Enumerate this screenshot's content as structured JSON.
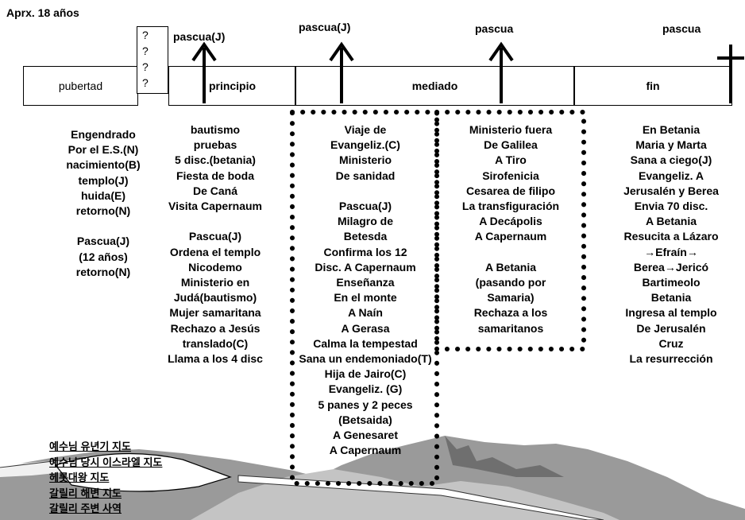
{
  "header": {
    "age_note": "Aprx. 18 años"
  },
  "timeline": {
    "segments": [
      "pubertad",
      "principio",
      "mediado",
      "fin"
    ],
    "unknown_marks": [
      "?",
      "?",
      "?",
      "?"
    ]
  },
  "passovers": [
    "pascua(J)",
    "pascua(J)",
    "pascua",
    "pascua"
  ],
  "columns": {
    "childhood": [
      "Engendrado",
      "Por el E.S.(N)",
      "nacimiento(B)",
      "templo(J)",
      "huida(E)",
      "retorno(N)",
      "",
      "Pascua(J)",
      "(12 años)",
      "retorno(N)"
    ],
    "early": [
      "bautismo",
      "pruebas",
      "5 disc.(betania)",
      "Fiesta de boda",
      "De Caná",
      "Visita Capernaum",
      "",
      "Pascua(J)",
      "Ordena el templo",
      "Nicodemo",
      "Ministerio en",
      "Judá(bautismo)",
      "Mujer samaritana",
      "Rechazo a Jesús",
      "translado(C)",
      "Llama a los 4 disc"
    ],
    "galilee": [
      "Viaje de",
      "Evangeliz.(C)",
      "Ministerio",
      "De sanidad",
      "",
      "Pascua(J)",
      "Milagro de",
      "Betesda",
      "Confirma los 12",
      "Disc. A Capernaum",
      "Enseñanza",
      "En el monte",
      "A Naín",
      "A Gerasa",
      "Calma la tempestad",
      "Sana un endemoniado(T)",
      "Hija de Jairo(C)",
      "Evangeliz. (G)",
      "5 panes y 2 peces",
      "(Betsaida)",
      "A Genesaret",
      "A Capernaum"
    ],
    "outside_galilee": [
      "Ministerio fuera",
      "De Galilea",
      "A Tiro",
      "Sirofenicia",
      "Cesarea de filipo",
      "La transfiguración",
      "A Decápolis",
      "A Capernaum",
      "",
      "A Betania",
      "(pasando por",
      "Samaria)",
      "Rechaza a los",
      "samaritanos"
    ],
    "final": [
      "En Betania",
      "Maria y Marta",
      "Sana a ciego(J)",
      "Evangeliz. A",
      "Jerusalén y Berea",
      "Envia 70 disc.",
      "A Betania",
      "Resucita a Lázaro",
      "→Efraín→",
      "Berea→Jericó",
      "Bartimeolo",
      "Betania",
      "Ingresa al templo",
      "De Jerusalén",
      "Cruz",
      "La resurrección"
    ]
  },
  "map_links": [
    "예수님 유년기 지도",
    "예수님 당시 이스라엘 지도",
    "헤롯대왕 지도",
    "갈릴리 해변 지도",
    "갈릴리 주변 사역"
  ],
  "colors": {
    "mountain_dark": "#8c8c8c",
    "mountain_light": "#c8c8c8"
  }
}
